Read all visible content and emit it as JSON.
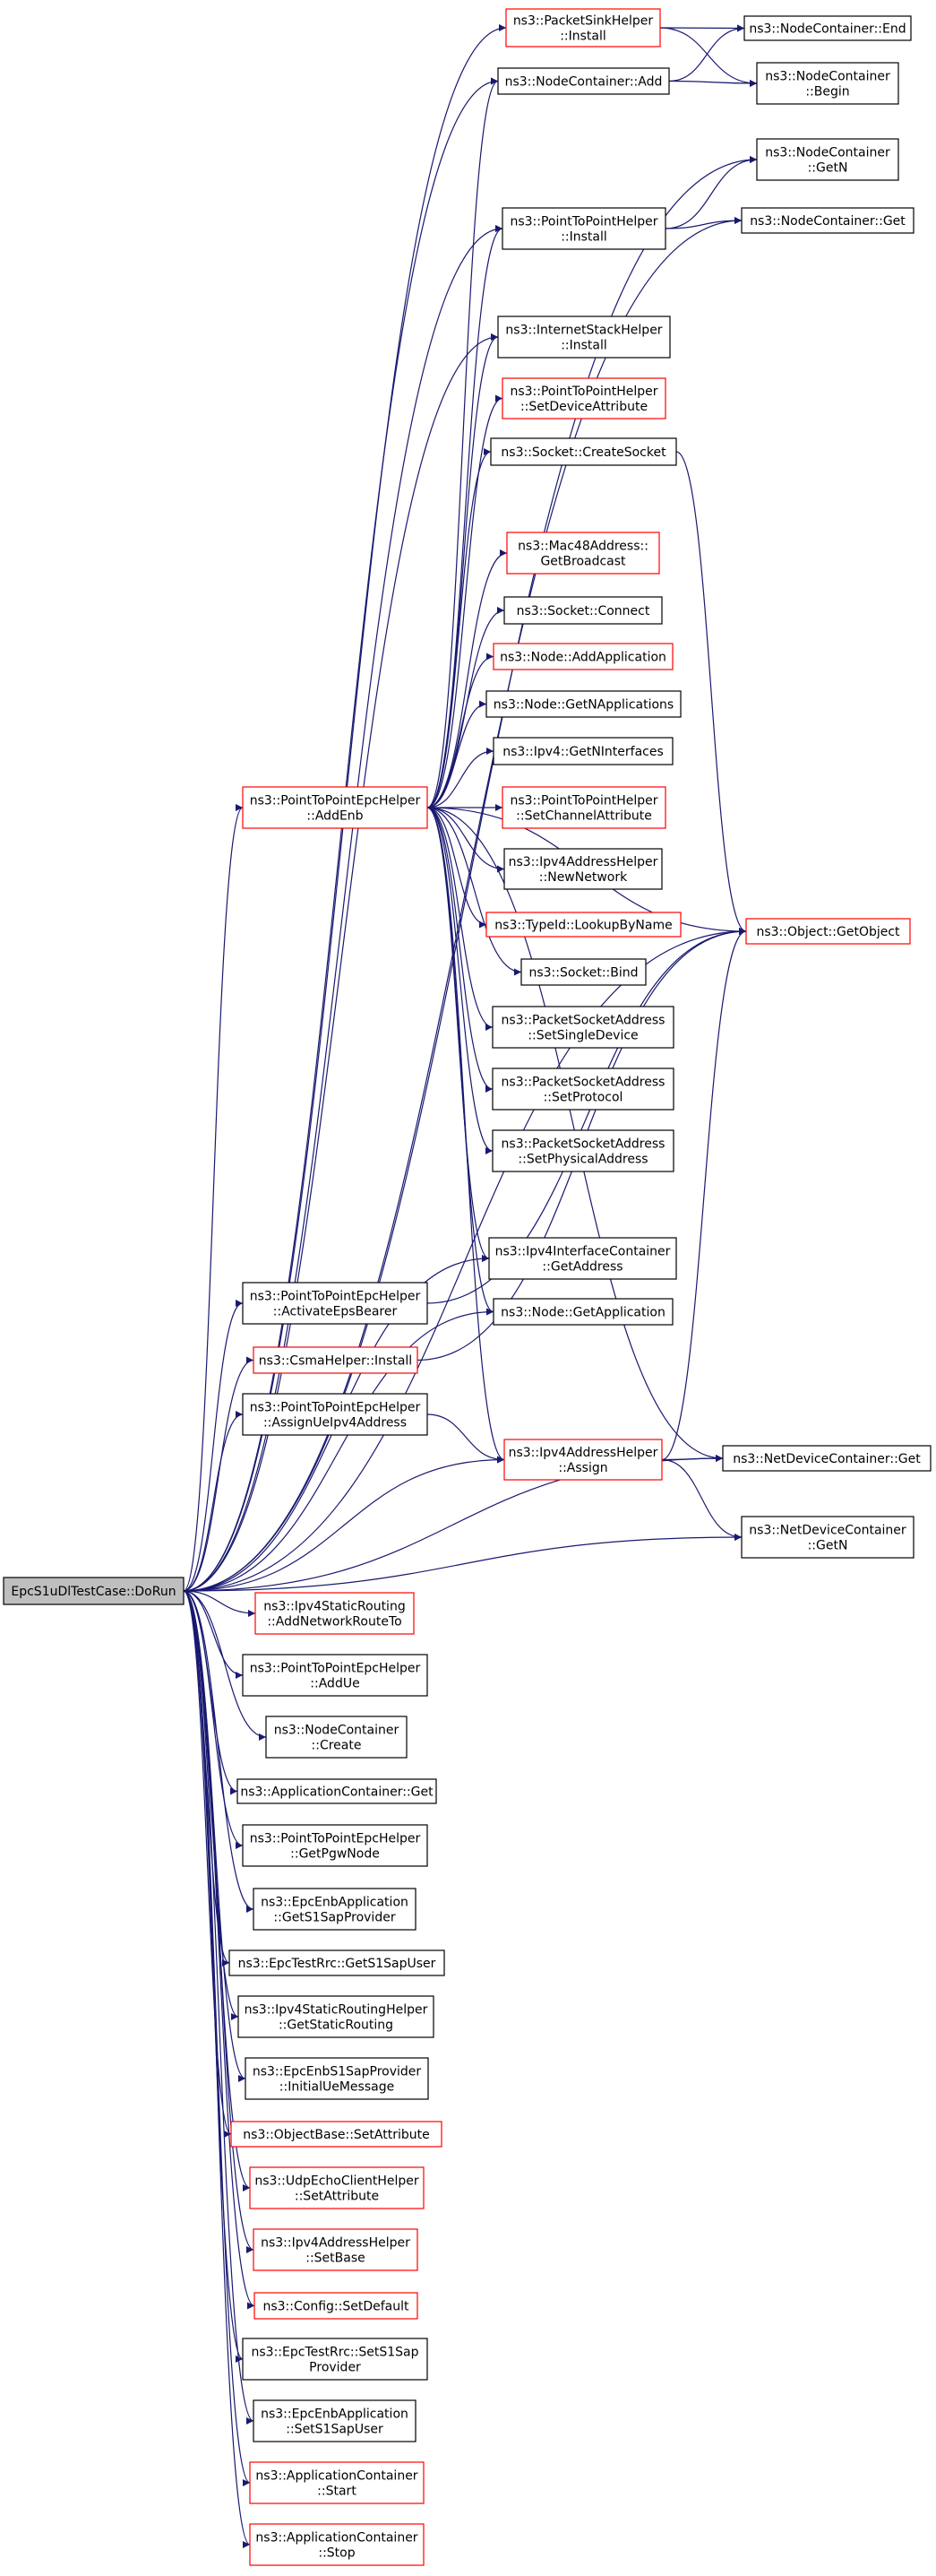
{
  "colors": {
    "edge": "#191970",
    "box_normal": "#000000",
    "box_incomplete": "#ff0000",
    "root_fill": "#bfbfbf"
  },
  "nodes": [
    {
      "id": "root",
      "lines": [
        "EpcS1uDlTestCase::DoRun"
      ],
      "style": "root"
    },
    {
      "id": "psh_install",
      "lines": [
        "ns3::PacketSinkHelper",
        "::Install"
      ],
      "style": "red"
    },
    {
      "id": "nc_end",
      "lines": [
        "ns3::NodeContainer::End"
      ],
      "style": "black"
    },
    {
      "id": "nc_add",
      "lines": [
        "ns3::NodeContainer::Add"
      ],
      "style": "black"
    },
    {
      "id": "nc_begin",
      "lines": [
        "ns3::NodeContainer",
        "::Begin"
      ],
      "style": "black"
    },
    {
      "id": "nc_getn",
      "lines": [
        "ns3::NodeContainer",
        "::GetN"
      ],
      "style": "black"
    },
    {
      "id": "p2p_install",
      "lines": [
        "ns3::PointToPointHelper",
        "::Install"
      ],
      "style": "black"
    },
    {
      "id": "nc_get",
      "lines": [
        "ns3::NodeContainer::Get"
      ],
      "style": "black"
    },
    {
      "id": "ish_install",
      "lines": [
        "ns3::InternetStackHelper",
        "::Install"
      ],
      "style": "black"
    },
    {
      "id": "p2p_setdevattr",
      "lines": [
        "ns3::PointToPointHelper",
        "::SetDeviceAttribute"
      ],
      "style": "red"
    },
    {
      "id": "sock_create",
      "lines": [
        "ns3::Socket::CreateSocket"
      ],
      "style": "black"
    },
    {
      "id": "mac48_getbcast",
      "lines": [
        "ns3::Mac48Address::",
        "GetBroadcast"
      ],
      "style": "red"
    },
    {
      "id": "sock_connect",
      "lines": [
        "ns3::Socket::Connect"
      ],
      "style": "black"
    },
    {
      "id": "node_addapp",
      "lines": [
        "ns3::Node::AddApplication"
      ],
      "style": "red"
    },
    {
      "id": "node_getnapps",
      "lines": [
        "ns3::Node::GetNApplications"
      ],
      "style": "black"
    },
    {
      "id": "ipv4_getnif",
      "lines": [
        "ns3::Ipv4::GetNInterfaces"
      ],
      "style": "black"
    },
    {
      "id": "p2pepc_addenb",
      "lines": [
        "ns3::PointToPointEpcHelper",
        "::AddEnb"
      ],
      "style": "red"
    },
    {
      "id": "p2p_setchanattr",
      "lines": [
        "ns3::PointToPointHelper",
        "::SetChannelAttribute"
      ],
      "style": "red"
    },
    {
      "id": "ipv4ah_newnet",
      "lines": [
        "ns3::Ipv4AddressHelper",
        "::NewNetwork"
      ],
      "style": "black"
    },
    {
      "id": "typeid_lookup",
      "lines": [
        "ns3::TypeId::LookupByName"
      ],
      "style": "red"
    },
    {
      "id": "obj_getobject",
      "lines": [
        "ns3::Object::GetObject"
      ],
      "style": "red"
    },
    {
      "id": "sock_bind",
      "lines": [
        "ns3::Socket::Bind"
      ],
      "style": "black"
    },
    {
      "id": "psa_setsingle",
      "lines": [
        "ns3::PacketSocketAddress",
        "::SetSingleDevice"
      ],
      "style": "black"
    },
    {
      "id": "psa_setproto",
      "lines": [
        "ns3::PacketSocketAddress",
        "::SetProtocol"
      ],
      "style": "black"
    },
    {
      "id": "psa_setphys",
      "lines": [
        "ns3::PacketSocketAddress",
        "::SetPhysicalAddress"
      ],
      "style": "black"
    },
    {
      "id": "ipv4ic_getaddr",
      "lines": [
        "ns3::Ipv4InterfaceContainer",
        "::GetAddress"
      ],
      "style": "black"
    },
    {
      "id": "p2pepc_actbearer",
      "lines": [
        "ns3::PointToPointEpcHelper",
        "::ActivateEpsBearer"
      ],
      "style": "black"
    },
    {
      "id": "node_getapp",
      "lines": [
        "ns3::Node::GetApplication"
      ],
      "style": "black"
    },
    {
      "id": "csma_install",
      "lines": [
        "ns3::CsmaHelper::Install"
      ],
      "style": "red"
    },
    {
      "id": "p2pepc_assignue",
      "lines": [
        "ns3::PointToPointEpcHelper",
        "::AssignUeIpv4Address"
      ],
      "style": "black"
    },
    {
      "id": "ipv4ah_assign",
      "lines": [
        "ns3::Ipv4AddressHelper",
        "::Assign"
      ],
      "style": "red"
    },
    {
      "id": "ndc_get",
      "lines": [
        "ns3::NetDeviceContainer::Get"
      ],
      "style": "black"
    },
    {
      "id": "ndc_getn",
      "lines": [
        "ns3::NetDeviceContainer",
        "::GetN"
      ],
      "style": "black"
    },
    {
      "id": "ipv4sr_addroute",
      "lines": [
        "ns3::Ipv4StaticRouting",
        "::AddNetworkRouteTo"
      ],
      "style": "red"
    },
    {
      "id": "p2pepc_addue",
      "lines": [
        "ns3::PointToPointEpcHelper",
        "::AddUe"
      ],
      "style": "black"
    },
    {
      "id": "nc_create",
      "lines": [
        "ns3::NodeContainer",
        "::Create"
      ],
      "style": "black"
    },
    {
      "id": "ac_get",
      "lines": [
        "ns3::ApplicationContainer::Get"
      ],
      "style": "black"
    },
    {
      "id": "p2pepc_getpgw",
      "lines": [
        "ns3::PointToPointEpcHelper",
        "::GetPgwNode"
      ],
      "style": "black"
    },
    {
      "id": "epcenb_gets1sap",
      "lines": [
        "ns3::EpcEnbApplication",
        "::GetS1SapProvider"
      ],
      "style": "black"
    },
    {
      "id": "epcrrc_gets1sapuser",
      "lines": [
        "ns3::EpcTestRrc::GetS1SapUser"
      ],
      "style": "black"
    },
    {
      "id": "ipv4srh_getstatic",
      "lines": [
        "ns3::Ipv4StaticRoutingHelper",
        "::GetStaticRouting"
      ],
      "style": "black"
    },
    {
      "id": "epcenbs1_initue",
      "lines": [
        "ns3::EpcEnbS1SapProvider",
        "::InitialUeMessage"
      ],
      "style": "black"
    },
    {
      "id": "ob_setattr",
      "lines": [
        "ns3::ObjectBase::SetAttribute"
      ],
      "style": "red"
    },
    {
      "id": "uech_setattr",
      "lines": [
        "ns3::UdpEchoClientHelper",
        "::SetAttribute"
      ],
      "style": "red"
    },
    {
      "id": "ipv4ah_setbase",
      "lines": [
        "ns3::Ipv4AddressHelper",
        "::SetBase"
      ],
      "style": "red"
    },
    {
      "id": "config_setdefault",
      "lines": [
        "ns3::Config::SetDefault"
      ],
      "style": "red"
    },
    {
      "id": "epcrrc_sets1sap",
      "lines": [
        "ns3::EpcTestRrc::SetS1Sap",
        "Provider"
      ],
      "style": "black"
    },
    {
      "id": "epcenb_sets1sapuser",
      "lines": [
        "ns3::EpcEnbApplication",
        "::SetS1SapUser"
      ],
      "style": "black"
    },
    {
      "id": "ac_start",
      "lines": [
        "ns3::ApplicationContainer",
        "::Start"
      ],
      "style": "red"
    },
    {
      "id": "ac_stop",
      "lines": [
        "ns3::ApplicationContainer",
        "::Stop"
      ],
      "style": "red"
    }
  ],
  "edges": [
    [
      "root",
      "psh_install"
    ],
    [
      "root",
      "nc_add"
    ],
    [
      "root",
      "nc_getn"
    ],
    [
      "root",
      "p2p_install"
    ],
    [
      "root",
      "nc_get"
    ],
    [
      "root",
      "ish_install"
    ],
    [
      "root",
      "p2pepc_addenb"
    ],
    [
      "root",
      "obj_getobject"
    ],
    [
      "root",
      "ipv4ic_getaddr"
    ],
    [
      "root",
      "p2pepc_actbearer"
    ],
    [
      "root",
      "node_getapp"
    ],
    [
      "root",
      "csma_install"
    ],
    [
      "root",
      "p2pepc_assignue"
    ],
    [
      "root",
      "ipv4ah_assign"
    ],
    [
      "root",
      "ndc_get"
    ],
    [
      "root",
      "ndc_getn"
    ],
    [
      "root",
      "ipv4sr_addroute"
    ],
    [
      "root",
      "p2pepc_addue"
    ],
    [
      "root",
      "nc_create"
    ],
    [
      "root",
      "ac_get"
    ],
    [
      "root",
      "p2pepc_getpgw"
    ],
    [
      "root",
      "epcenb_gets1sap"
    ],
    [
      "root",
      "epcrrc_gets1sapuser"
    ],
    [
      "root",
      "ipv4srh_getstatic"
    ],
    [
      "root",
      "epcenbs1_initue"
    ],
    [
      "root",
      "ob_setattr"
    ],
    [
      "root",
      "uech_setattr"
    ],
    [
      "root",
      "ipv4ah_setbase"
    ],
    [
      "root",
      "config_setdefault"
    ],
    [
      "root",
      "epcrrc_sets1sap"
    ],
    [
      "root",
      "epcenb_sets1sapuser"
    ],
    [
      "root",
      "ac_start"
    ],
    [
      "root",
      "ac_stop"
    ],
    [
      "psh_install",
      "nc_end"
    ],
    [
      "psh_install",
      "nc_begin"
    ],
    [
      "nc_add",
      "nc_end"
    ],
    [
      "nc_add",
      "nc_begin"
    ],
    [
      "p2p_install",
      "nc_getn"
    ],
    [
      "p2p_install",
      "nc_get"
    ],
    [
      "p2pepc_addenb",
      "nc_add"
    ],
    [
      "p2pepc_addenb",
      "p2p_install"
    ],
    [
      "p2pepc_addenb",
      "ish_install"
    ],
    [
      "p2pepc_addenb",
      "p2p_setdevattr"
    ],
    [
      "p2pepc_addenb",
      "sock_create"
    ],
    [
      "p2pepc_addenb",
      "obj_getobject"
    ],
    [
      "p2pepc_addenb",
      "mac48_getbcast"
    ],
    [
      "p2pepc_addenb",
      "sock_connect"
    ],
    [
      "p2pepc_addenb",
      "node_addapp"
    ],
    [
      "p2pepc_addenb",
      "node_getnapps"
    ],
    [
      "p2pepc_addenb",
      "ipv4_getnif"
    ],
    [
      "p2pepc_addenb",
      "p2p_setchanattr"
    ],
    [
      "p2pepc_addenb",
      "ipv4ah_newnet"
    ],
    [
      "p2pepc_addenb",
      "typeid_lookup"
    ],
    [
      "p2pepc_addenb",
      "sock_bind"
    ],
    [
      "p2pepc_addenb",
      "psa_setsingle"
    ],
    [
      "p2pepc_addenb",
      "psa_setproto"
    ],
    [
      "p2pepc_addenb",
      "psa_setphys"
    ],
    [
      "p2pepc_addenb",
      "ipv4ic_getaddr"
    ],
    [
      "p2pepc_addenb",
      "node_getapp"
    ],
    [
      "p2pepc_addenb",
      "ipv4ah_assign"
    ],
    [
      "p2pepc_addenb",
      "ndc_get"
    ],
    [
      "sock_create",
      "obj_getobject"
    ],
    [
      "p2pepc_actbearer",
      "obj_getobject"
    ],
    [
      "csma_install",
      "obj_getobject"
    ],
    [
      "p2pepc_assignue",
      "ipv4ah_assign"
    ],
    [
      "ipv4ah_assign",
      "obj_getobject"
    ],
    [
      "ipv4ah_assign",
      "ndc_get"
    ],
    [
      "ipv4ah_assign",
      "ndc_getn"
    ]
  ]
}
